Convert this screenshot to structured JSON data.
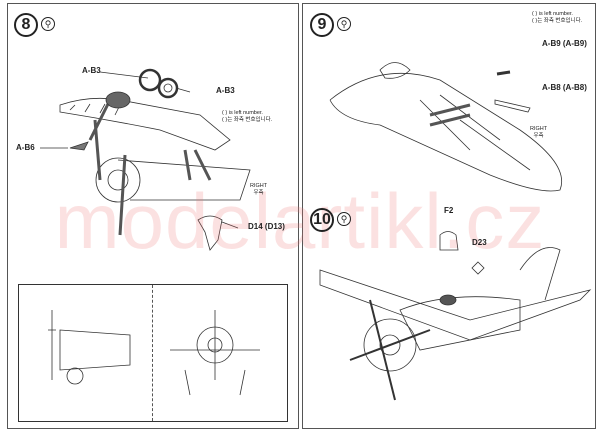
{
  "steps": {
    "step8": {
      "number": "8",
      "labels": {
        "a_b3_top": "A-B3",
        "a_b3_right": "A-B3",
        "a_b6": "A-B6",
        "d14": "D14 (D13)"
      },
      "note_en": "( ) is left number.",
      "note_ko": "( )는 좌측 번호입니다.",
      "right_en": "RIGHT",
      "right_ko": "우측"
    },
    "step9": {
      "number": "9",
      "labels": {
        "a_b9": "A-B9 (A-B9)",
        "a_b8": "A-B8 (A-B8)"
      },
      "note_en": "( ) is left number.",
      "note_ko": "( )는 좌측 번호입니다.",
      "right_en": "RIGHT",
      "right_ko": "우측"
    },
    "step10": {
      "number": "10",
      "labels": {
        "f2": "F2",
        "d23": "D23"
      }
    }
  },
  "glue_icon": "glue-tube-icon",
  "watermark": "modelartikl.cz"
}
